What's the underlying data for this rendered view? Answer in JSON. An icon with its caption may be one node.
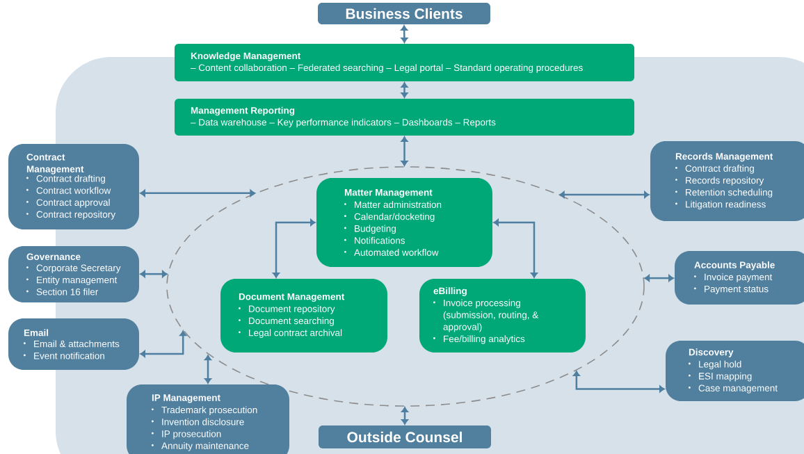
{
  "diagram": {
    "nodes": [
      {
        "text": [
          "Business Clients"
        ]
      },
      {
        "text": [
          "Knowledge Management",
          "– Content collaboration – Federated searching – Legal portal – Standard operating procedures"
        ]
      },
      {
        "text": [
          "Management Reporting",
          "– Data warehouse – Key performance indicators – Dashboards – Reports"
        ]
      },
      {
        "text": [],
        "shape": "ellipse"
      },
      {
        "text": [
          "Contract Management",
          "Contract drafting",
          "Contract workflow",
          "Contract approval",
          "Contract repository"
        ]
      },
      {
        "text": [
          "Records Management",
          "Contract drafting",
          "Records repository",
          "Retention scheduling",
          "Litigation readiness"
        ]
      },
      {
        "text": [
          "Matter Management",
          "Matter administration",
          "Calendar/docketing",
          "Budgeting",
          "Notifications",
          "Automated workflow"
        ],
        "in": 3
      },
      {
        "text": [
          "Governance",
          "Corporate Secretary",
          "Entity management",
          "Section 16 filer"
        ]
      },
      {
        "text": [
          "Accounts Payable",
          "Invoice payment",
          "Payment status"
        ]
      },
      {
        "text": [
          "Email",
          "Email & attachments",
          "Event notification"
        ]
      },
      {
        "text": [
          "Document Management",
          "Document repository",
          "Document searching",
          "Legal contract archival"
        ],
        "in": 3
      },
      {
        "text": [
          "eBilling",
          "Invoice processing (submission, routing, & approval)",
          "Fee/billing analytics"
        ],
        "in": 3
      },
      {
        "text": [
          "Discovery",
          "Legal hold",
          "ESI mapping",
          "Case management"
        ]
      },
      {
        "text": [
          "IP Management",
          "Trademark prosecution",
          "Invention disclosure",
          "IP prosecution",
          "Annuity maintenance"
        ]
      },
      {
        "text": [
          "Outside Counsel"
        ]
      }
    ],
    "edges": [
      {
        "from": 0,
        "to": 1,
        "arrow": "both"
      },
      {
        "from": 1,
        "to": 2,
        "arrow": "both"
      },
      {
        "from": 2,
        "to": 3,
        "arrow": "both"
      },
      {
        "from": 4,
        "to": 3,
        "arrow": "both"
      },
      {
        "from": 5,
        "to": 3,
        "arrow": "both"
      },
      {
        "from": 7,
        "to": 3,
        "arrow": "both"
      },
      {
        "from": 8,
        "to": 3,
        "arrow": "both"
      },
      {
        "from": 9,
        "to": 3,
        "arrow": "both"
      },
      {
        "from": 12,
        "to": 3,
        "arrow": "both"
      },
      {
        "from": 13,
        "to": 3,
        "arrow": "both"
      },
      {
        "from": 14,
        "to": 3,
        "arrow": "both"
      },
      {
        "from": 6,
        "to": 10,
        "arrow": "both"
      },
      {
        "from": 6,
        "to": 11,
        "arrow": "both"
      }
    ]
  }
}
